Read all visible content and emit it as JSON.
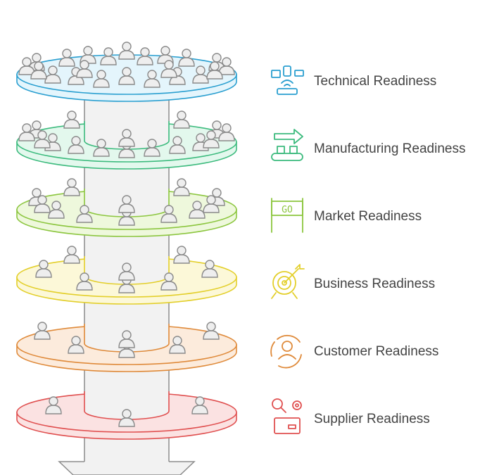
{
  "levels": [
    {
      "label": "Technical Readiness",
      "icon": "devices-network-icon",
      "stroke": "#2a9fd0",
      "fill": "#e4f5fc",
      "people": 22
    },
    {
      "label": "Manufacturing Readiness",
      "icon": "conveyor-arrow-icon",
      "stroke": "#3dbb7e",
      "fill": "#e3f8ed",
      "people": 16
    },
    {
      "label": "Market Readiness",
      "icon": "go-sign-icon",
      "stroke": "#8cc63f",
      "fill": "#eef8dc",
      "people": 12
    },
    {
      "label": "Business Readiness",
      "icon": "target-arrow-icon",
      "stroke": "#e3cf2b",
      "fill": "#fcf8d8",
      "people": 8
    },
    {
      "label": "Customer Readiness",
      "icon": "customer-cycle-icon",
      "stroke": "#df8a3a",
      "fill": "#fcebdc",
      "people": 6
    },
    {
      "label": "Supplier Readiness",
      "icon": "search-gear-box-icon",
      "stroke": "#e05050",
      "fill": "#fbe2e2",
      "people": 3
    }
  ],
  "colors": {
    "column": "#f2f2f2",
    "column_stroke": "#8c8c8c",
    "person": "#eeeeee",
    "person_stroke": "#8a8a8a"
  }
}
